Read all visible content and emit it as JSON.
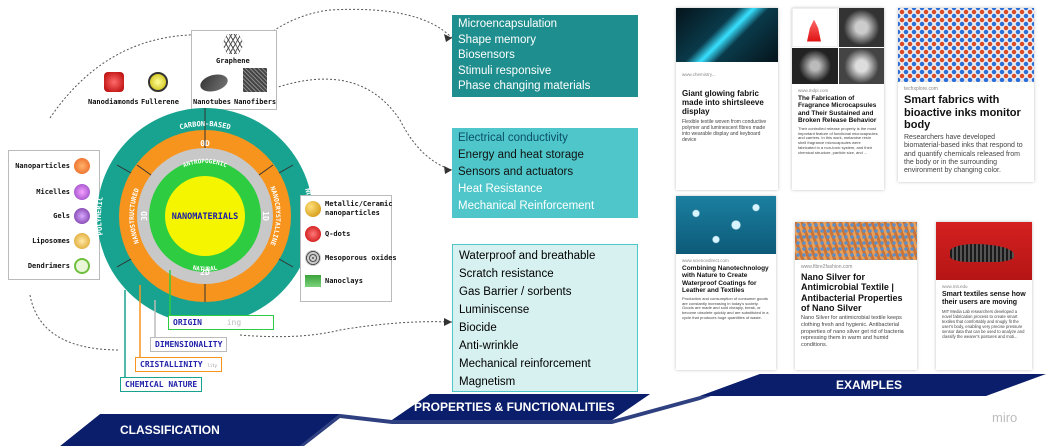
{
  "left_list": [
    "Nanoparticles",
    "Micelles",
    "Gels",
    "Liposomes",
    "Dendrimers"
  ],
  "carbon_list": {
    "graphene": "Graphene",
    "nanodiamonds": "Nanodiamonds",
    "fullerene": "Fullerene",
    "nanotubes": "Nanotubes",
    "nanofibers": "Nanofibers"
  },
  "right_list": [
    "Metallic/Ceramic nanoparticles",
    "Q-dots",
    "Mesoporous oxides",
    "Nanoclays"
  ],
  "rings": {
    "center": "NANOMATERIALS",
    "antropogenic": "ANTROPOGENIC",
    "natural": "NATURAL",
    "d0": "0D",
    "d1": "1D",
    "d2": "2D",
    "d3": "3D",
    "nanostructured": "NANOSTRUCTURED",
    "nanocrystalline": "NANOCRYSTALLINE",
    "carbon_based": "CARBON-BASED",
    "polymeric": "POLYMERIC",
    "non_polymeric": "NON POLYMERIC"
  },
  "axis_labels": {
    "origin": "ORIGIN",
    "origin_ghost": "ing",
    "dimensionality": "DIMENSIONALITY",
    "cristallinity": "CRISTALLINITY",
    "cristallinity_sub": "lity",
    "chemical_nature": "CHEMICAL NATURE"
  },
  "property_boxes": [
    {
      "items": [
        "Microencapsulation",
        "Shape memory",
        "Biosensors",
        "Stimuli responsive",
        "Phase changing materials"
      ]
    },
    {
      "items": [
        "Electrical conductivity",
        "Energy and heat storage",
        "Sensors and actuators",
        "Heat Resistance",
        "Mechanical Reinforcement"
      ]
    },
    {
      "items": [
        "Waterproof and breathable",
        "Scratch resistance",
        "Gas Barrier / sorbents",
        "Luminiscense",
        "Biocide",
        "Anti-wrinkle",
        "Mechanical reinforcement",
        "Magnetism"
      ]
    }
  ],
  "examples": [
    {
      "source": "www.chemistry...",
      "title": "Giant glowing fabric made into shirtsleeve display",
      "text": "Flexible textile woven from conductive polymer and luminescent fibres made into wearable display and keyboard device"
    },
    {
      "source": "www.mdpi.com",
      "title": "The Fabrication of Fragrance Microcapsules and Their Sustained and Broken Release Behavior",
      "text": "Their controlled release property is the most important feature of functional microcapsules and carriers. In this work, melamine resin shell fragrance microcapsules were fabricated in a non-toxic system, and their chemical structure, particle size, and ..."
    },
    {
      "source": "techxplore.com",
      "title": "Smart fabrics with bioactive inks monitor body",
      "text": "Researchers have developed biomaterial-based inks that respond to and quantify chemicals released from the body or in the surrounding environment by changing color."
    },
    {
      "source": "www.sciencedirect.com",
      "title": "Combining Nanotechnology with Nature to Create Waterproof Coatings for Leather and Textiles",
      "text": "Production and consumption of consumer goods are constantly increasing in today's society. Goods are made and sold cheaply, break, or become obsolete quickly and are substituted in a cycle that produces huge quantities of waste."
    },
    {
      "source": "www.fibre2fashion.com",
      "title": "Nano Silver for Antimicrobial Textile | Antibacterial Properties of Nano Silver",
      "text": "Nano Silver for antimicrobial textile keeps clothing fresh and hygienic. Antibacterial properties of nano silver get rid of bacteria repressing them in warm and humid conditions."
    },
    {
      "source": "www.mit.edu",
      "title": "Smart textiles sense how their users are moving",
      "text": "MIT Media Lab researchers developed a novel fabrication process to create smart textiles that comfortably and snugly fit the user's body, enabling very precise pressure sensor data that can be used to analyze and classify the wearer's postures and moti..."
    }
  ],
  "banners": {
    "classification": "CLASSIFICATION",
    "properties": "PROPERTIES & FUNCTIONALITIES",
    "examples": "EXAMPLES"
  },
  "watermark": "miro",
  "colors": {
    "teal_dark": "#17a38f",
    "orange": "#f7941d",
    "gray": "#c8c8c8",
    "green": "#2ecc40",
    "yellow": "#f5f500",
    "navy": "#0b1e6b",
    "box1": "#1e8e8e",
    "box2": "#4fc6c9",
    "box3": "#d7f0f0"
  }
}
